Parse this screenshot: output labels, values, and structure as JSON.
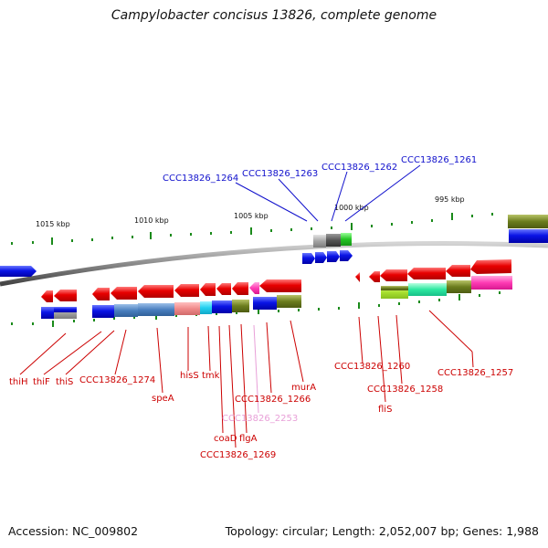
{
  "title": "Campylobacter concisus 13826, complete genome",
  "footer": {
    "accession": "Accession: NC_009802",
    "topology": "Topology: circular; Length: 2,052,007 bp; Genes: 1,988"
  },
  "colors": {
    "backbone": "#7a7a7a",
    "tick": "#1a8a1a",
    "gene_red": "#e00000",
    "gene_blue": "#0a14e6",
    "label_red": "#cc0000",
    "label_blue": "#1010cc",
    "label_pink": "#e8a0d8"
  },
  "scale_labels": [
    "1015 kbp",
    "1010 kbp",
    "1005 kbp",
    "1000 kbp",
    "995 kbp"
  ],
  "gene_labels": [
    "CCC13826_1264",
    "CCC13826_1263",
    "CCC13826_1262",
    "CCC13826_1261",
    "thiH",
    "thiF",
    "thiS",
    "CCC13826_1274",
    "speA",
    "hisS",
    "tmk",
    "coaD",
    "CCC13826_1269",
    "flgA",
    "CCC13826_2253",
    "CCC13826_1266",
    "murA",
    "CCC13826_1260",
    "fliS",
    "CCC13826_1258",
    "CCC13826_1257"
  ]
}
